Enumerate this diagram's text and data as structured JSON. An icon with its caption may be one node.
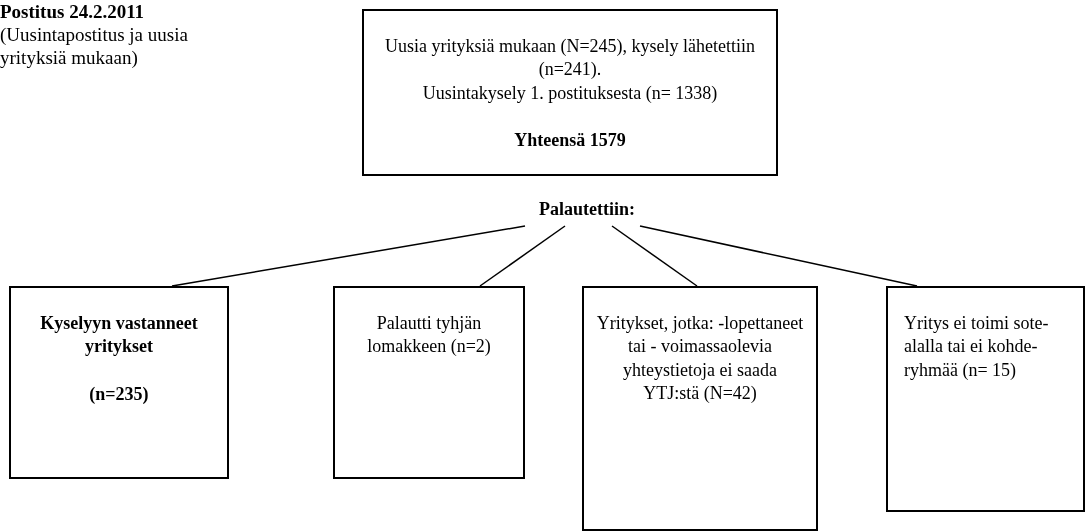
{
  "diagram": {
    "title": "Postitus 24.2.2011",
    "nodes": [
      {
        "text": [
          "Uusia yrityksiä mukaan (N=245), kysely lähetettiin (n=241).",
          "Uusintakysely 1. postituksesta (n= 1338)",
          "Yhteensä 1579"
        ]
      },
      {
        "text": [
          "Palautettiin:"
        ]
      },
      {
        "text": [
          "Kyselyyn vastanneet yritykset",
          "(n=235)"
        ]
      },
      {
        "text": [
          "Palautti tyhjän lomakkeen (n=2)"
        ]
      },
      {
        "text": [
          "Yritykset, jotka: -lopettaneet tai - voimassaolevia yhteystietoja ei saada YTJ:stä (N=42)"
        ]
      },
      {
        "text": [
          "Yritys ei toimi sote-alalla tai ei kohde-ryhmää (n= 15)"
        ]
      }
    ],
    "edges": [
      {
        "from": 1,
        "to": 2,
        "arrow": "none"
      },
      {
        "from": 1,
        "to": 3,
        "arrow": "none"
      },
      {
        "from": 1,
        "to": 4,
        "arrow": "none"
      },
      {
        "from": 1,
        "to": 5,
        "arrow": "none"
      }
    ],
    "labels": [
      "(Uusintapostitus ja uusia yrityksiä mukaan)"
    ]
  }
}
